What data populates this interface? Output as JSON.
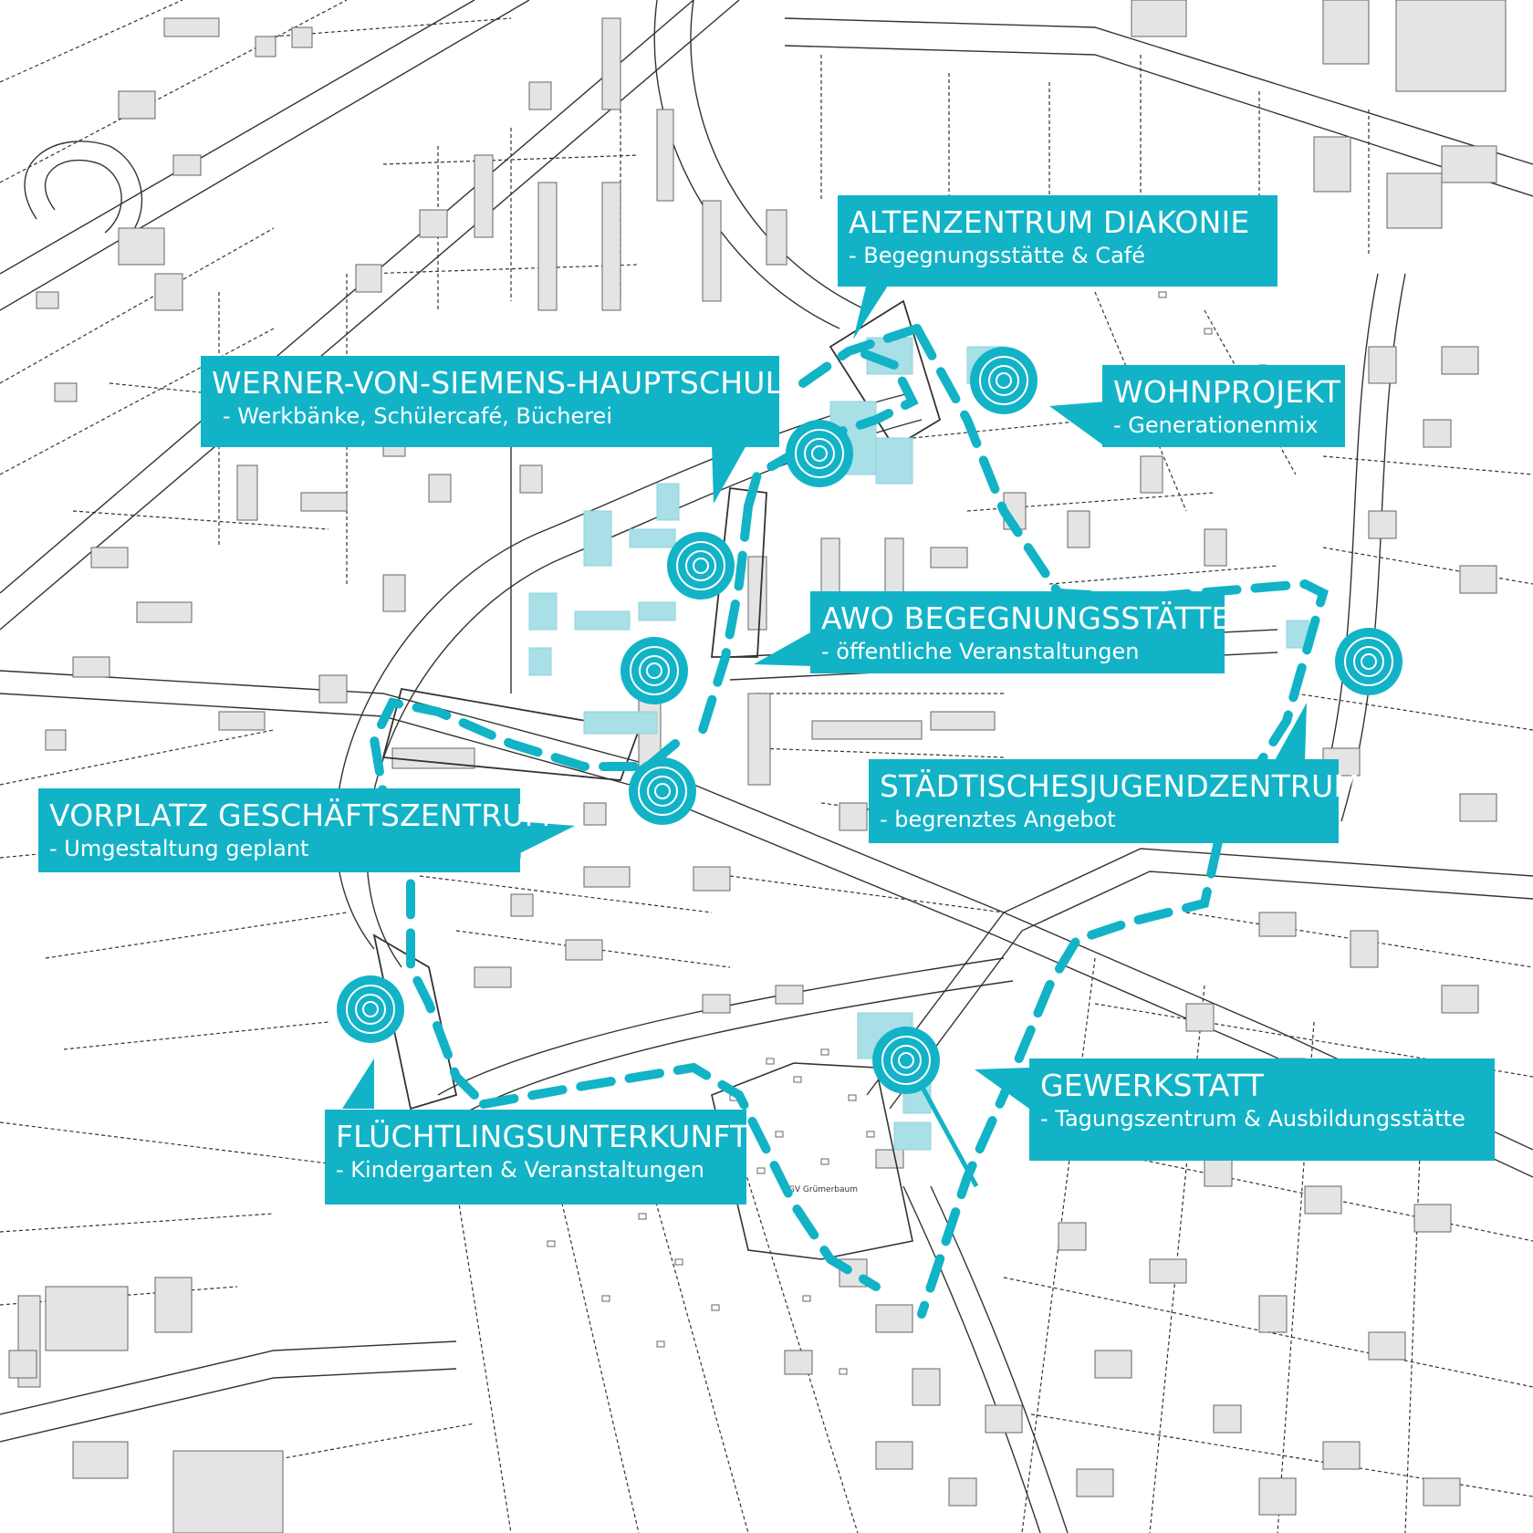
{
  "colors": {
    "accent": "#12b3c7",
    "accent_light": "#a9dfe6",
    "building": "#e4e4e4",
    "building_stroke": "#666666",
    "line": "#333333",
    "background": "#ffffff"
  },
  "map": {
    "place_label": "KGV Grümerbaum"
  },
  "callouts": [
    {
      "id": "altenzentrum",
      "title": "ALTENZENTRUM DIAKONIE",
      "subtitle": "- Begegnungsstätte & Café"
    },
    {
      "id": "hauptschule",
      "title": "WERNER-VON-SIEMENS-HAUPTSCHULE",
      "subtitle": "- Werkbänke, Schülercafé, Bücherei"
    },
    {
      "id": "wohnprojekt",
      "title": "WOHNPROJEKT",
      "subtitle": "- Generationenmix"
    },
    {
      "id": "awo",
      "title": "AWO BEGEGNUNGSSTÄTTE",
      "subtitle": "- öffentliche Veranstaltungen"
    },
    {
      "id": "jugendzentrum",
      "title": "STÄDTISCHESJUGENDZENTRUM",
      "subtitle": "- begrenztes Angebot"
    },
    {
      "id": "vorplatz",
      "title": "VORPLATZ GESCHÄFTSZENTRUM",
      "subtitle": "- Umgestaltung geplant"
    },
    {
      "id": "gewerkstatt",
      "title": "GEWERKSTATT",
      "subtitle": "- Tagungszentrum & Ausbildungsstätte"
    },
    {
      "id": "fluechtling",
      "title": "FLÜCHTLINGSUNTERKUNFT",
      "subtitle": "- Kindergarten & Veranstaltungen"
    }
  ],
  "icons": {
    "location_marker": "target-marker-icon"
  }
}
